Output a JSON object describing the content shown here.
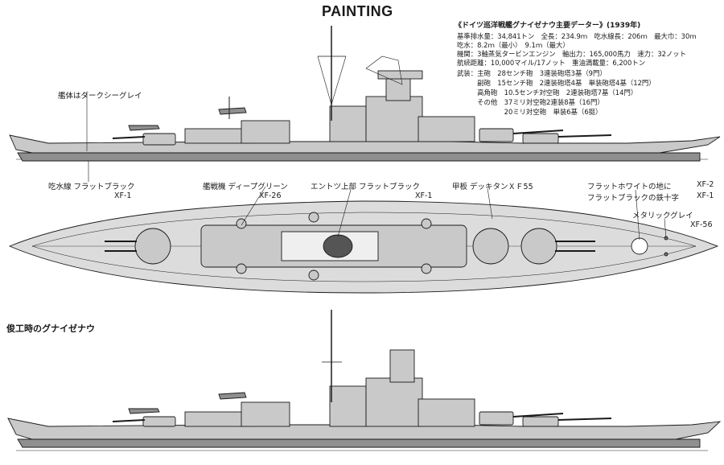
{
  "title": "PAINTING",
  "spec": {
    "heading": "《ドイツ巡洋戦艦グナイゼナウ主要データー》(1939年)",
    "lines": [
      "基準排水量：34,841トン　全長：234.9ｍ　吃水線長：206ｍ　最大巾：30ｍ",
      "吃水：8.2ｍ（最小）　9.1ｍ（最大）",
      "機関：3軸蒸気タービンエンジン　軸出力：165,000馬力　速力：32ノット",
      "航続距離：10,000マイル/17ノット　重油満載量：6,200トン",
      "武装：主砲　28センチ砲　3連装砲塔3基（9門）",
      "　　　副砲　15センチ砲　2連装砲塔4基　単装砲塔4基（12門）",
      "　　　高角砲　10.5センチ対空砲　2連装砲塔7基（14門）",
      "　　　その他　37ミリ対空砲2連装8基（16門）",
      "　　　　　　　20ミリ対空砲　単装6基（6挺）"
    ]
  },
  "labels": {
    "hull": "艦体はダークシーグレイ",
    "waterline": "吃水線 フラットブラック",
    "waterline_code": "XF-1",
    "aircraft": "艦戦機 ディープグリーン",
    "aircraft_code": "XF-26",
    "funnel": "エントツ上部 フラットブラック",
    "funnel_code": "XF-1",
    "deck": "甲板 デッキタンＸＦ55",
    "white_bg": "フラットホワイトの地に",
    "white_code": "XF-2",
    "iron_cross": "フラットブラックの鉄十字",
    "iron_code": "XF-1",
    "metallic": "メタリックグレイ",
    "metallic_code": "XF-56",
    "as_built": "俊工時のグナイゼナウ"
  },
  "colors": {
    "hull": "#c9c9c9",
    "deck": "#dcdcdc",
    "ink": "#1a1a1a"
  }
}
